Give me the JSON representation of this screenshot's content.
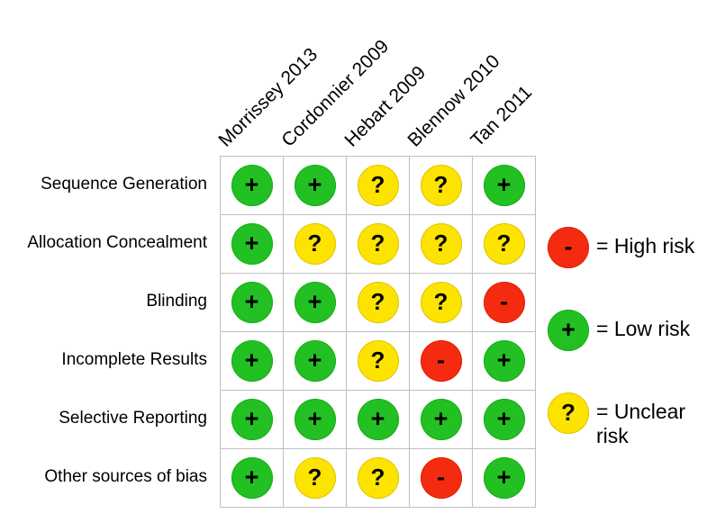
{
  "chart_data": {
    "type": "heatmap",
    "title": "",
    "xlabel": "",
    "ylabel": "",
    "categories": [
      "Morrissey 2013",
      "Cordonnier 2009",
      "Hebart 2009",
      "Blennow 2010",
      "Tan 2011"
    ],
    "rows": [
      "Sequence Generation",
      "Allocation Concealment",
      "Blinding",
      "Incomplete Results",
      "Selective Reporting",
      "Other sources of bias"
    ],
    "value_legend": {
      "low": "Low risk",
      "unclear": "Unclear risk",
      "high": "High risk"
    },
    "values": [
      [
        "low",
        "low",
        "unclear",
        "unclear",
        "low"
      ],
      [
        "low",
        "unclear",
        "unclear",
        "unclear",
        "unclear"
      ],
      [
        "low",
        "low",
        "unclear",
        "unclear",
        "high"
      ],
      [
        "low",
        "low",
        "unclear",
        "high",
        "low"
      ],
      [
        "low",
        "low",
        "low",
        "low",
        "low"
      ],
      [
        "low",
        "unclear",
        "unclear",
        "high",
        "low"
      ]
    ],
    "grid": true,
    "legend_position": "right"
  },
  "columns": [
    {
      "label": "Morrissey 2013"
    },
    {
      "label": "Cordonnier 2009"
    },
    {
      "label": "Hebart 2009"
    },
    {
      "label": "Blennow 2010"
    },
    {
      "label": "Tan 2011"
    }
  ],
  "rows": [
    {
      "label": "Sequence Generation",
      "cells": [
        "low",
        "low",
        "unclear",
        "unclear",
        "low"
      ]
    },
    {
      "label": "Allocation Concealment",
      "cells": [
        "low",
        "unclear",
        "unclear",
        "unclear",
        "unclear"
      ]
    },
    {
      "label": "Blinding",
      "cells": [
        "low",
        "low",
        "unclear",
        "unclear",
        "high"
      ]
    },
    {
      "label": "Incomplete Results",
      "cells": [
        "low",
        "low",
        "unclear",
        "high",
        "low"
      ]
    },
    {
      "label": "Selective Reporting",
      "cells": [
        "low",
        "low",
        "low",
        "low",
        "low"
      ]
    },
    {
      "label": "Other sources of bias",
      "cells": [
        "low",
        "unclear",
        "unclear",
        "high",
        "low"
      ]
    }
  ],
  "symbols": {
    "low": "+",
    "unclear": "?",
    "high": "-"
  },
  "colors": {
    "low": "#22c022",
    "unclear": "#fde400",
    "high": "#f42b11",
    "gridline": "#bfbfbf",
    "text": "#000000",
    "background": "#ffffff"
  },
  "legend": [
    {
      "key": "high",
      "symbol": "-",
      "text": "= High risk"
    },
    {
      "key": "low",
      "symbol": "+",
      "text": "= Low risk"
    },
    {
      "key": "unclear",
      "symbol": "?",
      "text": "= Unclear\nrisk"
    }
  ]
}
